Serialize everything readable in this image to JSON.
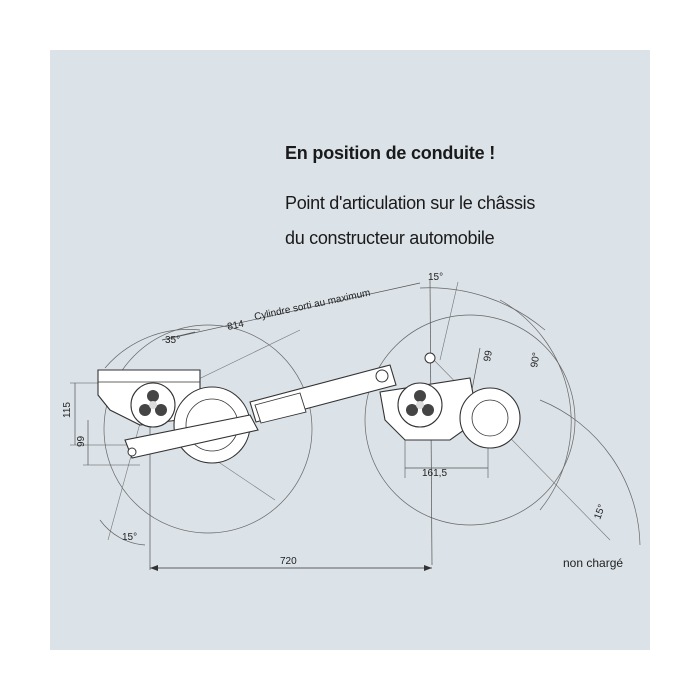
{
  "heading": {
    "title": "En position de conduite !",
    "line1": "Point d'articulation sur le châssis",
    "line2": "du constructeur automobile"
  },
  "drawing": {
    "cylinder_label": "Cylindre sorti au maximum",
    "dim_814": "814",
    "dim_35deg": "35°",
    "dim_15deg_top": "15°",
    "dim_99_right": "99",
    "dim_90deg": "90°",
    "dim_115": "115",
    "dim_99_left": "99",
    "dim_161_5": "161,5",
    "dim_15deg_bottom_left": "15°",
    "dim_15deg_right": "15°",
    "dim_720": "720"
  },
  "note": "non chargé",
  "colors": {
    "background": "#dbe2e8",
    "line": "#333333",
    "thin_line": "#555555"
  }
}
